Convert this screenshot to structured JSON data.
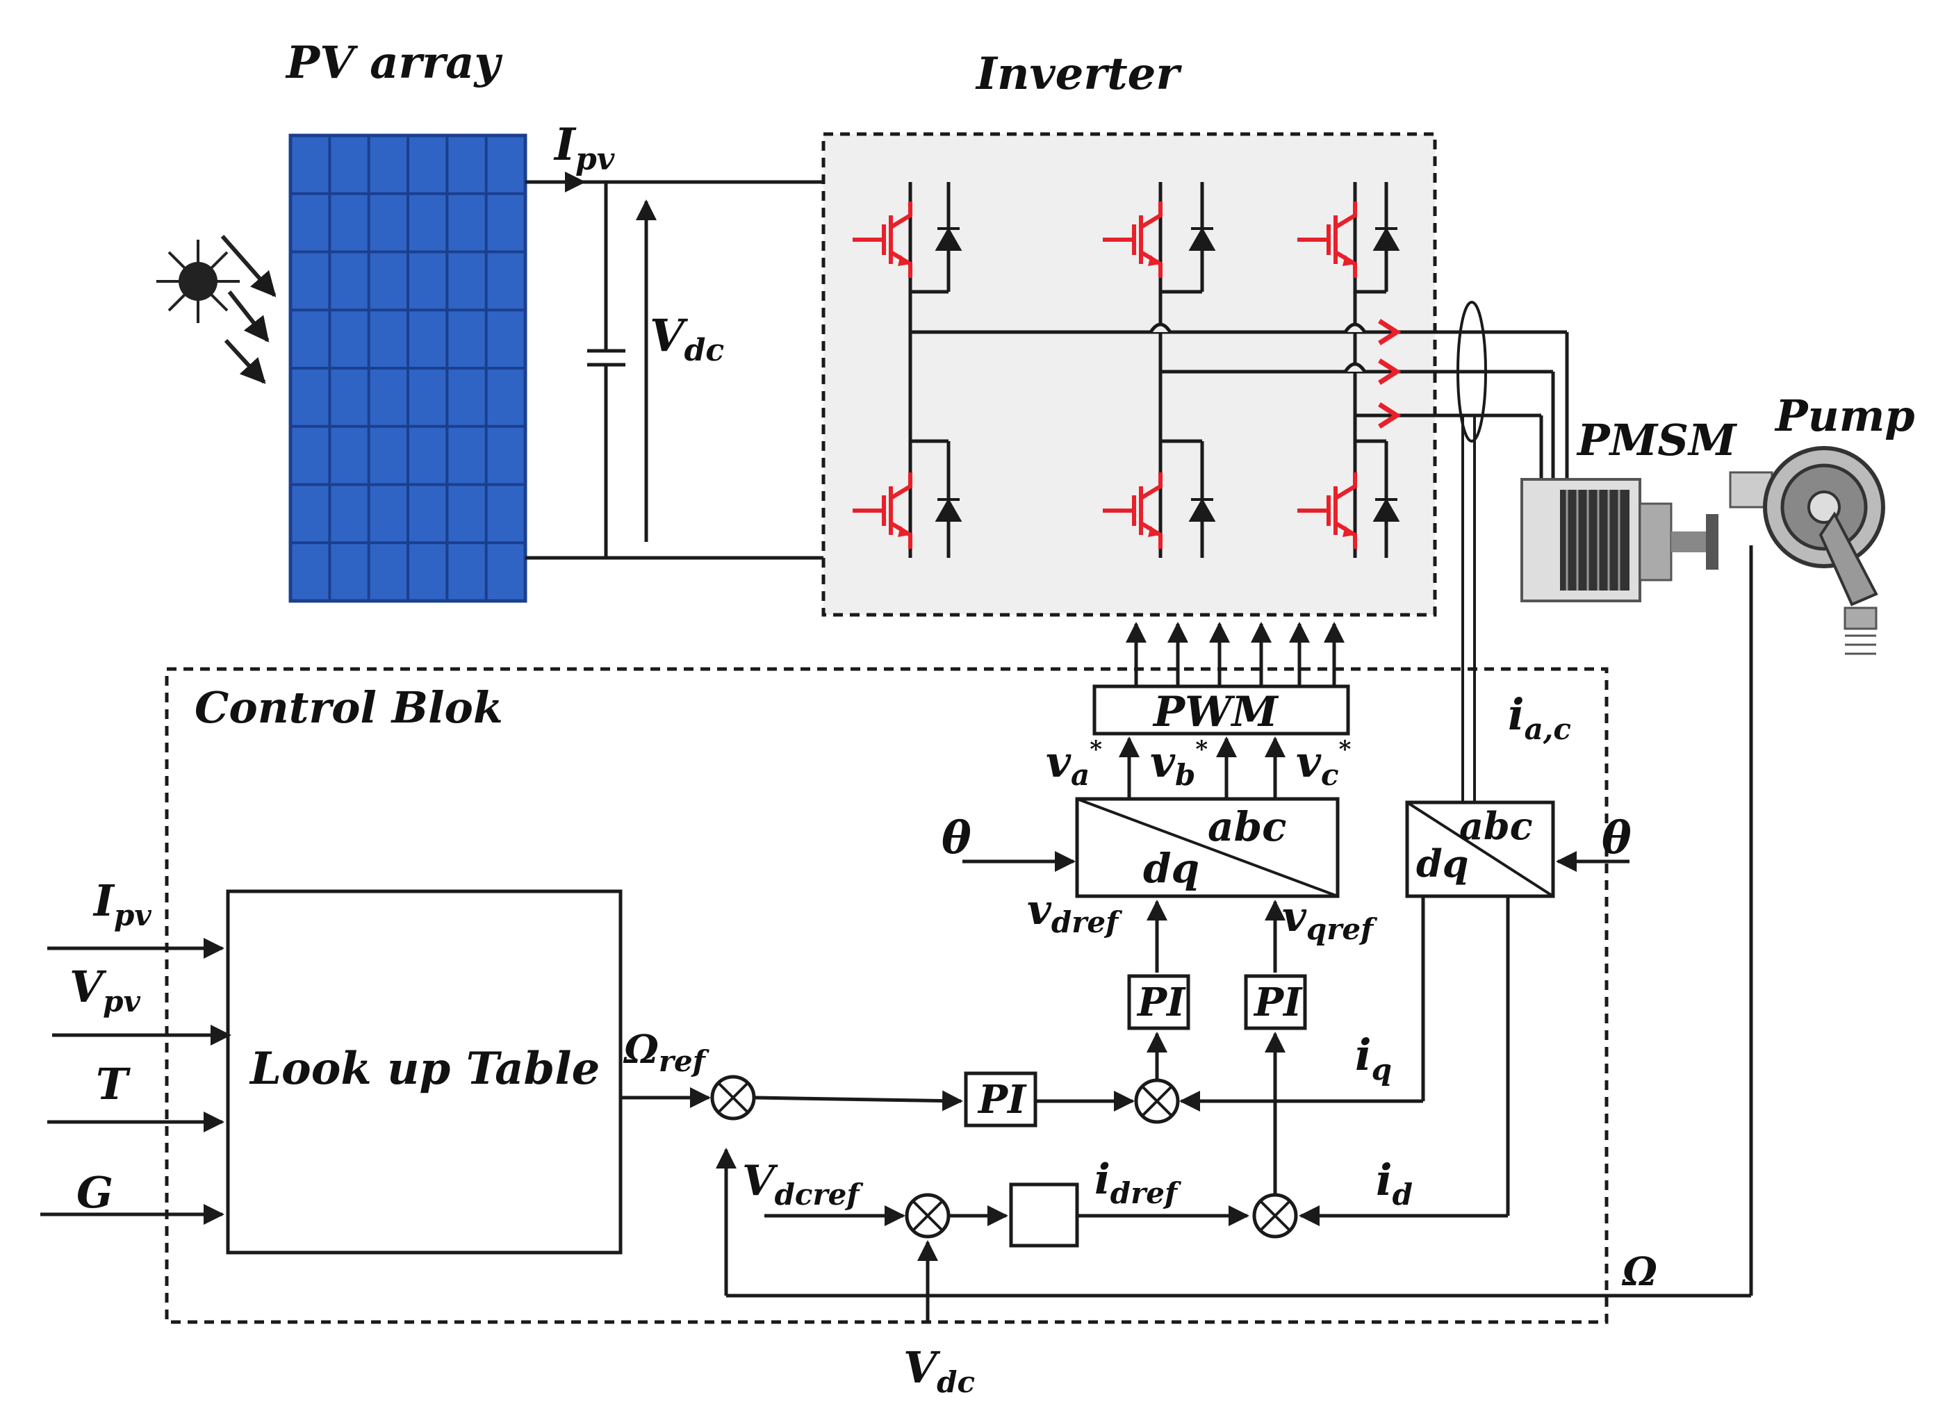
{
  "labels": {
    "pv_array": "PV array",
    "inverter": "Inverter",
    "control_block": "Control Blok",
    "pmsm": "PMSM",
    "pump": "Pump",
    "pwm": "PWM",
    "lookup_table": "Look up Table",
    "pi": "PI",
    "abc": "abc",
    "dq": "dq",
    "theta": "θ",
    "omega": "Ω"
  },
  "signals": {
    "ipv": {
      "main": "I",
      "sub": "pv"
    },
    "vdc": {
      "main": "V",
      "sub": "dc"
    },
    "vpv": {
      "main": "V",
      "sub": "pv"
    },
    "T": "T",
    "G": "G",
    "omega_ref": {
      "main": "Ω",
      "sub": "ref"
    },
    "vdcref": {
      "main": "V",
      "sub": "dcref"
    },
    "idref": {
      "main": "i",
      "sub": "dref"
    },
    "iq": {
      "main": "i",
      "sub": "q"
    },
    "id": {
      "main": "i",
      "sub": "d"
    },
    "iac": {
      "main": "i",
      "sub": "a,c"
    },
    "vdref": {
      "main": "v",
      "sub": "dref"
    },
    "vqref": {
      "main": "v",
      "sub": "qref"
    },
    "va": {
      "main": "v",
      "sub": "a",
      "sup": "*"
    },
    "vb": {
      "main": "v",
      "sub": "b",
      "sup": "*"
    },
    "vc": {
      "main": "v",
      "sub": "c",
      "sup": "*"
    }
  },
  "colors": {
    "panel_blue": "#2f64c4",
    "panel_grid": "#1b3f8f",
    "switch_red": "#e8202a",
    "inverter_bg": "#efefef"
  }
}
